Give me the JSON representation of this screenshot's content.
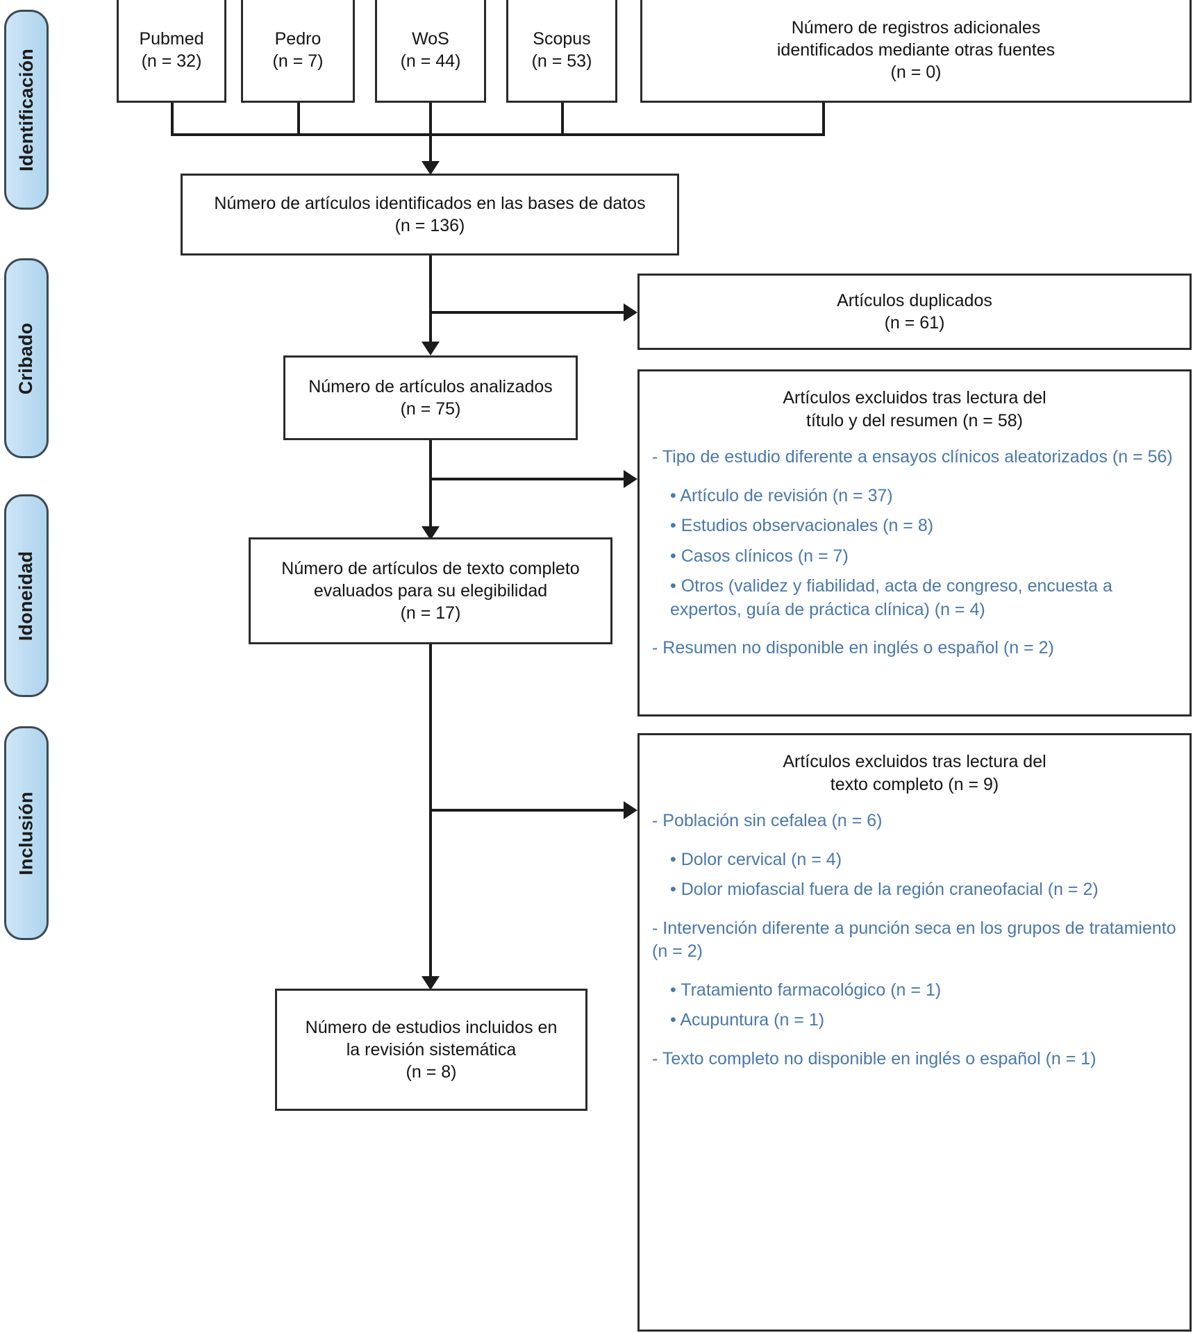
{
  "diagram": {
    "type": "prisma-flow-diagram",
    "language": "es"
  },
  "stages": [
    {
      "label": "Identificación"
    },
    {
      "label": "Cribado"
    },
    {
      "label": "Idoneidad"
    },
    {
      "label": "Inclusión"
    }
  ],
  "sources": [
    {
      "name": "Pubmed",
      "count_label": "(n = 32)",
      "n": 32
    },
    {
      "name": "Pedro",
      "count_label": "(n = 7)",
      "n": 7
    },
    {
      "name": "WoS",
      "count_label": "(n = 44)",
      "n": 44
    },
    {
      "name": "Scopus",
      "count_label": "(n = 53)",
      "n": 53
    }
  ],
  "other_sources": {
    "text": "Número de registros adicionales\nidentificados mediante otras fuentes\n(n = 0)",
    "n": 0
  },
  "identified": {
    "text": "Número de artículos identificados en las bases de datos\n(n = 136)",
    "n": 136
  },
  "duplicates": {
    "text": "Artículos duplicados\n(n = 61)",
    "n": 61
  },
  "screened": {
    "text": "Número de artículos analizados\n(n = 75)",
    "n": 75
  },
  "eligibility": {
    "text": "Número de artículos de texto completo\nevaluados para su elegibilidad\n(n = 17)",
    "n": 17
  },
  "included": {
    "text": "Número de estudios incluidos en\nla revisión sistemática\n(n = 8)",
    "n": 8
  },
  "excluded_title_abstract": {
    "title": "Artículos excluidos tras lectura del\ntítulo y del resumen  (n = 58)",
    "n": 58,
    "items": [
      {
        "level": 1,
        "text": "- Tipo de estudio diferente a ensayos clínicos aleatorizados (n = 56)",
        "n": 56,
        "gap": false
      },
      {
        "level": 2,
        "text": "• Artículo de revisión (n = 37)",
        "n": 37,
        "gap": true
      },
      {
        "level": 2,
        "text": "• Estudios observacionales (n = 8)",
        "n": 8,
        "gap": false
      },
      {
        "level": 2,
        "text": "• Casos clínicos (n = 7)",
        "n": 7,
        "gap": false
      },
      {
        "level": 2,
        "text": "• Otros (validez y fiabilidad, acta de congreso, encuesta a expertos, guía de práctica clínica) (n = 4)",
        "n": 4,
        "gap": false
      },
      {
        "level": 1,
        "text": "- Resumen no disponible en inglés o español (n = 2)",
        "n": 2,
        "gap": true
      }
    ]
  },
  "excluded_full_text": {
    "title": "Artículos excluidos tras lectura del\ntexto completo (n = 9)",
    "n": 9,
    "items": [
      {
        "level": 1,
        "text": "- Población sin cefalea (n = 6)",
        "n": 6,
        "gap": false
      },
      {
        "level": 2,
        "text": "• Dolor cervical (n = 4)",
        "n": 4,
        "gap": true
      },
      {
        "level": 2,
        "text": "• Dolor miofascial fuera de la región craneofacial (n = 2)",
        "n": 2,
        "gap": false
      },
      {
        "level": 1,
        "text": "- Intervención diferente a punción seca en los grupos de tratamiento (n = 2)",
        "n": 2,
        "gap": true
      },
      {
        "level": 2,
        "text": "• Tratamiento farmacológico (n = 1)",
        "n": 1,
        "gap": true
      },
      {
        "level": 2,
        "text": "• Acupuntura (n = 1)",
        "n": 1,
        "gap": false
      },
      {
        "level": 1,
        "text": "- Texto completo no disponible en inglés o español (n = 1)",
        "n": 1,
        "gap": true
      }
    ]
  },
  "colors": {
    "stage_fill": "#bcdcf2",
    "stage_border": "#3c4a55",
    "box_border": "#2b2b2b",
    "blue_text": "#4a78ad",
    "black_text": "#141414"
  }
}
